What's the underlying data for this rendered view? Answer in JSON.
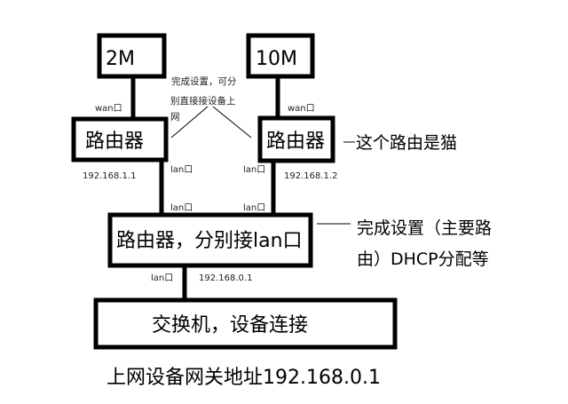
{
  "nodes": {
    "isp_left": "2M",
    "isp_right": "10M",
    "router_left": "路由器",
    "router_right": "路由器",
    "router_main": "路由器，分别接lan口",
    "switch": "交换机，设备连接"
  },
  "ports": {
    "wan_left": "wan口",
    "wan_right": "wan口",
    "lan_left_top": "lan口",
    "lan_right_top": "lan口",
    "lan_left_bottom": "lan口",
    "lan_right_bottom": "lan口",
    "lan_main": "lan口"
  },
  "ips": {
    "router_left": "192.168.1.1",
    "router_right": "192.168.1.2",
    "router_main": "192.168.0.1"
  },
  "notes": {
    "center_lines": [
      "完成设置，可分",
      "别直接接设备上",
      "网"
    ],
    "modem": "这个路由是猫",
    "main_router_lines": [
      "完成设置（主要路",
      "由）DHCP分配等"
    ],
    "gateway": "上网设备网关地址192.168.0.1"
  }
}
